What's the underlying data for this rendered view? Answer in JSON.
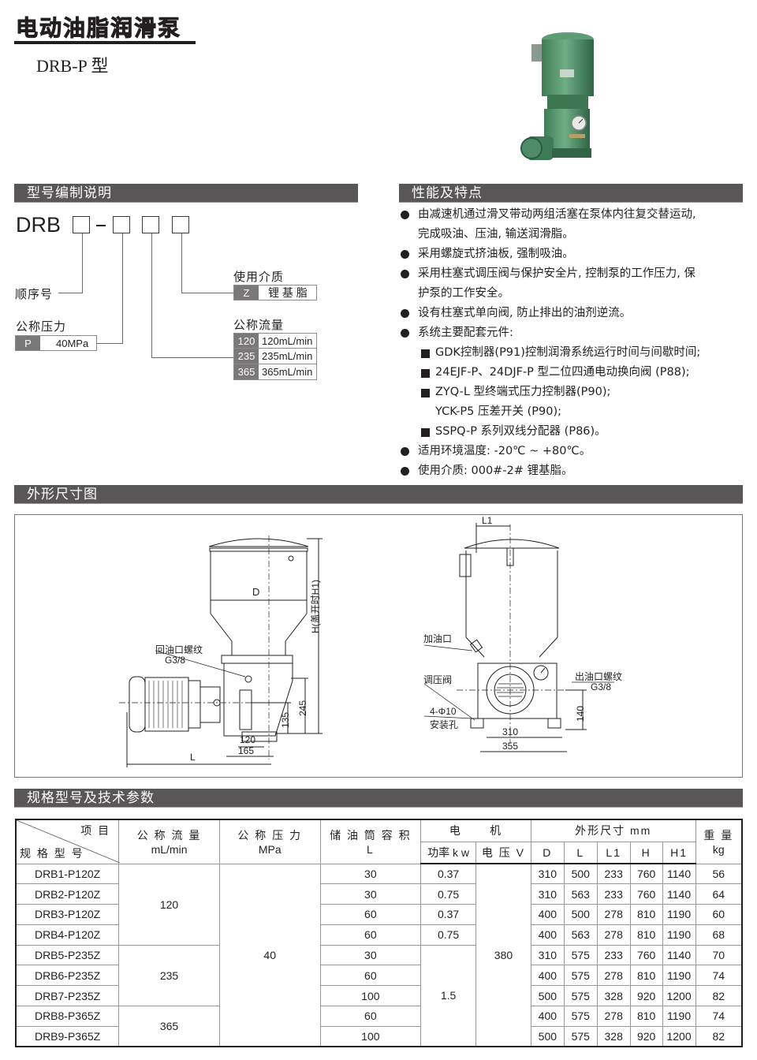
{
  "header": {
    "title": "电动油脂润滑泵",
    "subtitle": "DRB-P 型",
    "photo": "green-electric-grease-pump-photo"
  },
  "model_code": {
    "section_title": "型号编制说明",
    "prefix": "DRB",
    "dash": "-",
    "labels": {
      "sequence": "顺序号",
      "pressure": "公称压力",
      "medium": "使用介质",
      "flow": "公称流量"
    },
    "pressure_option": {
      "key": "P",
      "value": "40MPa"
    },
    "medium_option": {
      "key": "Z",
      "value": "锂 基 脂"
    },
    "flow_options": [
      {
        "key": "120",
        "value": "120mL/min"
      },
      {
        "key": "235",
        "value": "235mL/min"
      },
      {
        "key": "365",
        "value": "365mL/min"
      }
    ]
  },
  "features": {
    "section_title": "性能及特点",
    "items": [
      {
        "line1": "由减速机通过滑叉带动两组活塞在泵体内往复交替运动,",
        "line2": "完成吸油、压油, 输送润滑脂。"
      },
      {
        "line1": "采用螺旋式挤油板, 强制吸油。"
      },
      {
        "line1": "采用柱塞式调压阀与保护安全片, 控制泵的工作压力, 保",
        "line2": "护泵的工作安全。"
      },
      {
        "line1": "设有柱塞式单向阀, 防止排出的油剂逆流。"
      },
      {
        "line1": "系统主要配套元件:"
      }
    ],
    "sub_items": [
      "GDK控制器(P91)控制润滑系统运行时间与间歇时间;",
      "24EJF-P、24DJF-P 型二位四通电动换向阀 (P88);",
      "ZYQ-L 型终端式压力控制器(P90);",
      "YCK-P5 压差开关 (P90);",
      "SSPQ-P 系列双线分配器 (P86)。"
    ],
    "tail_items": [
      "适用环境温度: -20℃ ~ +80℃。",
      "使用介质: 000#-2# 锂基脂。"
    ]
  },
  "drawing": {
    "section_title": "外形尺寸图",
    "left_view": {
      "D": "D",
      "H": "H(盖开时H1)",
      "return_port": "回油口螺纹",
      "return_thread": "G3/8",
      "dim_245": "245",
      "dim_135": "135",
      "dim_120": "120",
      "dim_165": "165",
      "L": "L"
    },
    "right_view": {
      "L1": "L1",
      "fill_port": "加油口",
      "relief_valve": "调压阀",
      "holes": "4-Φ10",
      "holes_label": "安装孔",
      "outlet_port": "出油口螺纹",
      "outlet_thread": "G3/8",
      "dim_140": "140",
      "dim_310": "310",
      "dim_355": "355"
    }
  },
  "specs": {
    "section_title": "规格型号及技术参数",
    "headers": {
      "item": "项 目",
      "model": "规 格 型 号",
      "flow": "公 称 流 量",
      "flow_unit": "mL/min",
      "pressure": "公 称 压 力",
      "pressure_unit": "MPa",
      "volume": "储 油 筒 容 积",
      "volume_unit": "L",
      "motor": "电      机",
      "power": "功率 k w",
      "voltage": "电 压 V",
      "dims": "外形尺寸 mm",
      "D": "D",
      "L": "L",
      "L1": "L1",
      "H": "H",
      "H1": "H1",
      "weight": "重 量",
      "weight_unit": "kg"
    },
    "merged": {
      "flow_120": "120",
      "flow_235": "235",
      "flow_365": "365",
      "pressure": "40",
      "voltage": "380",
      "power_15": "1.5"
    },
    "rows": [
      {
        "model": "DRB1-P120Z",
        "volume": "30",
        "power": "0.37",
        "D": "310",
        "L": "500",
        "L1": "233",
        "H": "760",
        "H1": "1140",
        "kg": "56"
      },
      {
        "model": "DRB2-P120Z",
        "volume": "30",
        "power": "0.75",
        "D": "310",
        "L": "563",
        "L1": "233",
        "H": "760",
        "H1": "1140",
        "kg": "64"
      },
      {
        "model": "DRB3-P120Z",
        "volume": "60",
        "power": "0.37",
        "D": "400",
        "L": "500",
        "L1": "278",
        "H": "810",
        "H1": "1190",
        "kg": "60"
      },
      {
        "model": "DRB4-P120Z",
        "volume": "60",
        "power": "0.75",
        "D": "400",
        "L": "563",
        "L1": "278",
        "H": "810",
        "H1": "1190",
        "kg": "68"
      },
      {
        "model": "DRB5-P235Z",
        "volume": "30",
        "power": "1.5",
        "D": "310",
        "L": "575",
        "L1": "233",
        "H": "760",
        "H1": "1140",
        "kg": "70"
      },
      {
        "model": "DRB6-P235Z",
        "volume": "60",
        "power": "1.5",
        "D": "400",
        "L": "575",
        "L1": "278",
        "H": "810",
        "H1": "1190",
        "kg": "74"
      },
      {
        "model": "DRB7-P235Z",
        "volume": "100",
        "power": "1.5",
        "D": "500",
        "L": "575",
        "L1": "328",
        "H": "920",
        "H1": "1200",
        "kg": "82"
      },
      {
        "model": "DRB8-P365Z",
        "volume": "60",
        "power": "1.5",
        "D": "400",
        "L": "575",
        "L1": "278",
        "H": "810",
        "H1": "1190",
        "kg": "74"
      },
      {
        "model": "DRB9-P365Z",
        "volume": "100",
        "power": "1.5",
        "D": "500",
        "L": "575",
        "L1": "328",
        "H": "920",
        "H1": "1200",
        "kg": "82"
      }
    ]
  }
}
